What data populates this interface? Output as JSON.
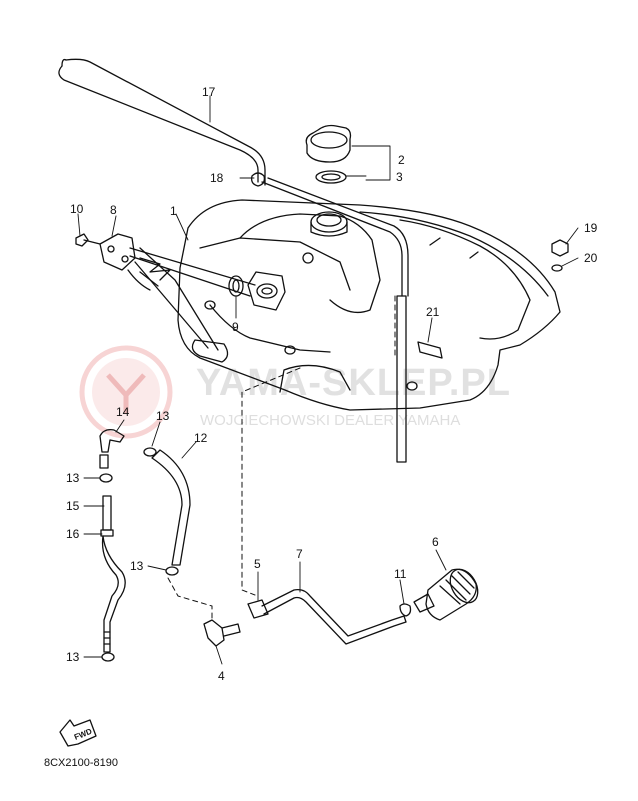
{
  "diagram": {
    "parts": [
      {
        "number": "1"
      },
      {
        "number": "2"
      },
      {
        "number": "3"
      },
      {
        "number": "4"
      },
      {
        "number": "5"
      },
      {
        "number": "6"
      },
      {
        "number": "7"
      },
      {
        "number": "8"
      },
      {
        "number": "9"
      },
      {
        "number": "10"
      },
      {
        "number": "11"
      },
      {
        "number": "12"
      },
      {
        "number": "13"
      },
      {
        "number": "14"
      },
      {
        "number": "15"
      },
      {
        "number": "16"
      },
      {
        "number": "17"
      },
      {
        "number": "18"
      },
      {
        "number": "19"
      },
      {
        "number": "20"
      },
      {
        "number": "21"
      }
    ],
    "extra_labels": {
      "13a": "13",
      "13b": "13",
      "13c": "13",
      "13d": "13"
    },
    "fwd_label": "FWD",
    "diagram_code": "8CX2100-8190"
  },
  "watermark": {
    "title": "YAMA-SKLEP.PL",
    "subtitle": "WOJCIECHOWSKI DEALER YAMAHA",
    "logo_color": "#e8a0a0",
    "text_color": "#c8c8c8"
  },
  "colors": {
    "line": "#111111",
    "background": "#ffffff"
  }
}
